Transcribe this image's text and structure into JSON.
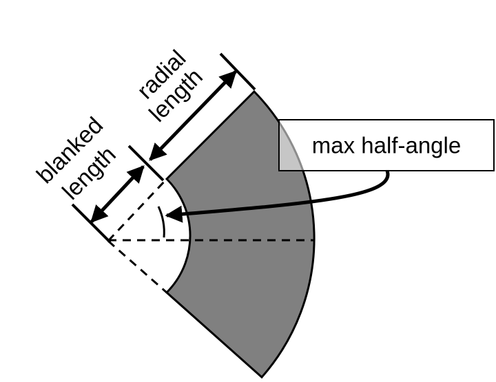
{
  "diagram": {
    "labels": {
      "radial_line1": "radial",
      "radial_line2": "length",
      "blanked_line1": "blanked",
      "blanked_line2": "length",
      "max_half_angle": "max half-angle"
    },
    "colors": {
      "sector_fill": "#808080",
      "stroke": "#000000",
      "callout_fill": "#ffffff",
      "background": "#ffffff"
    }
  }
}
